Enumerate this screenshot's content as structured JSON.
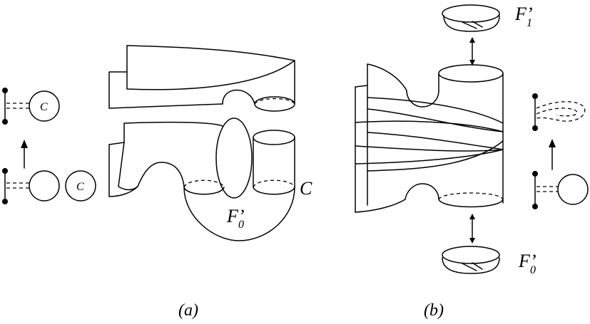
{
  "figure": {
    "panel_a": {
      "caption": "(a)",
      "curve_label": "C",
      "surface_label": {
        "main": "F’",
        "sub": "0"
      },
      "legend_top_circle_label": "C",
      "legend_bottom_circle_label": "C"
    },
    "panel_b": {
      "caption": "(b)",
      "top_label": {
        "main": "F’",
        "sub": "1"
      },
      "bottom_label": {
        "main": "F’",
        "sub": "0"
      }
    }
  }
}
